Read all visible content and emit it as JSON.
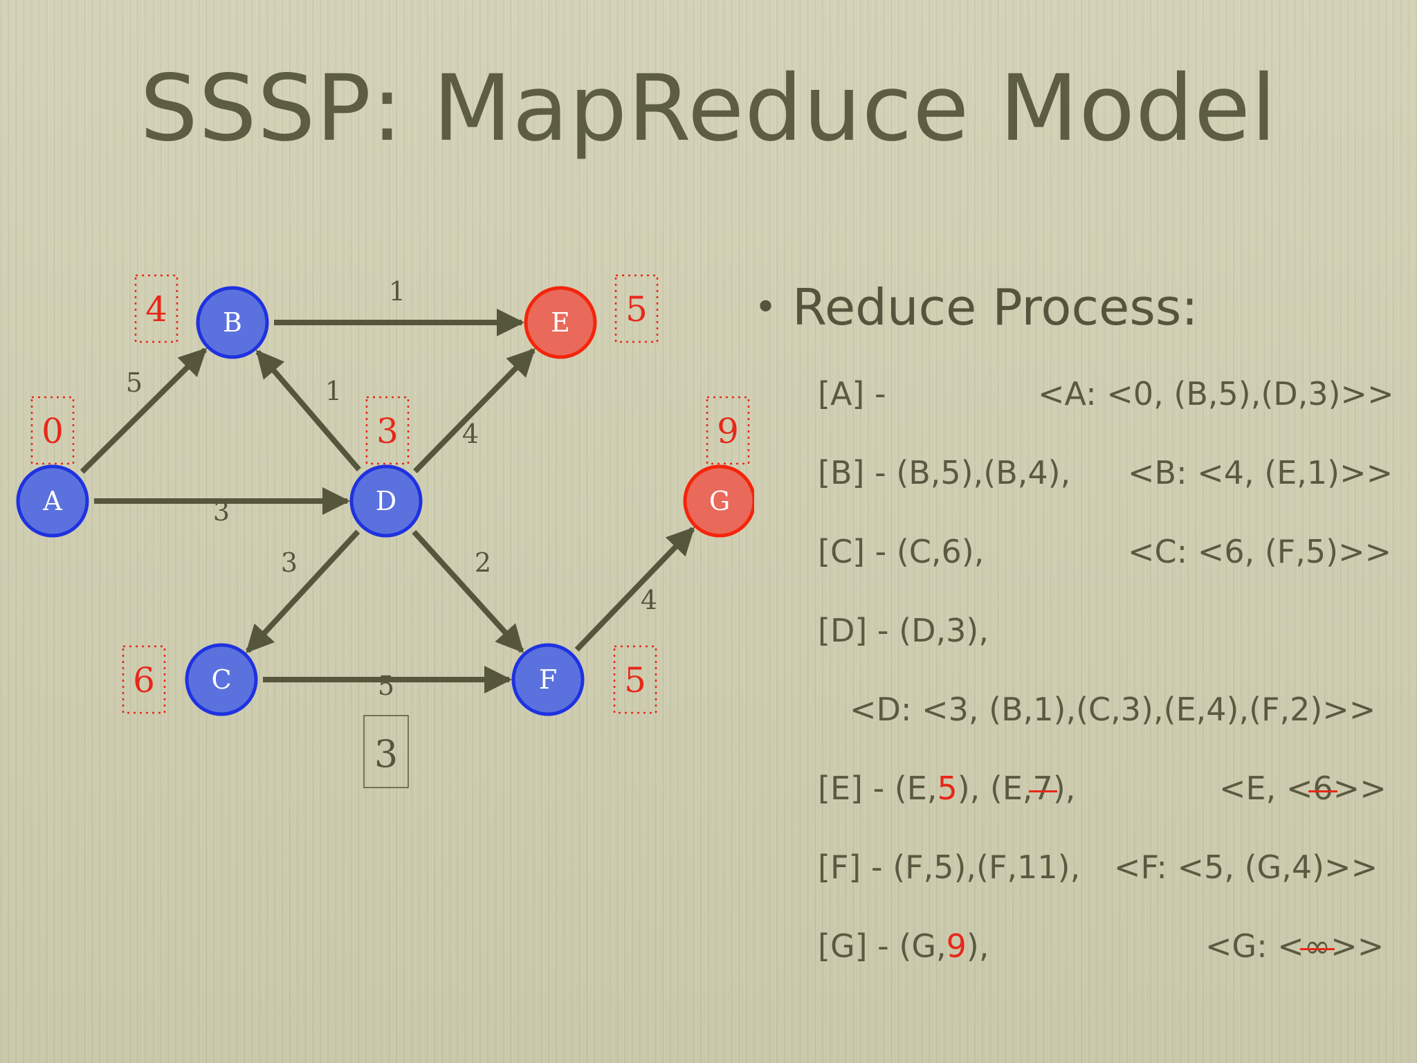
{
  "title": "SSSP: MapReduce Model",
  "graph": {
    "nodes": [
      {
        "id": "A",
        "label": "A",
        "distance": "0",
        "color": "#5b72de"
      },
      {
        "id": "B",
        "label": "B",
        "distance": "4",
        "color": "#5b72de"
      },
      {
        "id": "C",
        "label": "C",
        "distance": "6",
        "color": "#5b72de"
      },
      {
        "id": "D",
        "label": "D",
        "distance": "3",
        "color": "#5b72de"
      },
      {
        "id": "E",
        "label": "E",
        "distance": "5",
        "color": "#e9695a"
      },
      {
        "id": "F",
        "label": "F",
        "distance": "5",
        "color": "#5b72de"
      },
      {
        "id": "G",
        "label": "G",
        "distance": "9",
        "color": "#e9695a"
      }
    ],
    "edges": [
      {
        "from": "A",
        "to": "B",
        "weight": "5"
      },
      {
        "from": "A",
        "to": "D",
        "weight": "3"
      },
      {
        "from": "B",
        "to": "E",
        "weight": "1"
      },
      {
        "from": "D",
        "to": "B",
        "weight": "1"
      },
      {
        "from": "D",
        "to": "E",
        "weight": "4"
      },
      {
        "from": "D",
        "to": "C",
        "weight": "3"
      },
      {
        "from": "D",
        "to": "F",
        "weight": "2"
      },
      {
        "from": "C",
        "to": "F",
        "weight": "5"
      },
      {
        "from": "F",
        "to": "G",
        "weight": "4"
      }
    ],
    "boxed_value": "3",
    "colors": {
      "node_blue_fill": "#5b72de",
      "node_blue_stroke": "#1f32e0",
      "node_red_fill": "#e9695a",
      "node_red_stroke": "#f4250c",
      "edge": "#56563c",
      "distance_text": "#e6281a"
    }
  },
  "reduce": {
    "heading": "Reduce Process:",
    "rows": {
      "A": {
        "left": "[A] -",
        "right": "<A: <0, (B,5),(D,3)>>"
      },
      "B": {
        "left": "[B] - (B,5),(B,4),",
        "right": "<B: <4, (E,1)>>"
      },
      "C": {
        "left": "[C] - (C,6),",
        "right": "<C: <6, (F,5)>>"
      },
      "D": {
        "left": "[D] - (D,3),",
        "right": "<D: <3, (B,1),(C,3),(E,4),(F,2)>>"
      },
      "E": {
        "left_a": "[E] - (E,",
        "left_b": "5",
        "left_c": "), (E,",
        "left_d": "7",
        "left_e": "),",
        "right_a": "<E, <",
        "right_b": "6",
        "right_c": ">>"
      },
      "F": {
        "left": "[F] - (F,5),(F,11),",
        "right": "<F: <5, (G,4)>>"
      },
      "G": {
        "left_a": "[G] - (G,",
        "left_b": "9",
        "left_c": "),",
        "right_a": "<G: <",
        "right_b": "∞",
        "right_c": ">>"
      }
    }
  }
}
